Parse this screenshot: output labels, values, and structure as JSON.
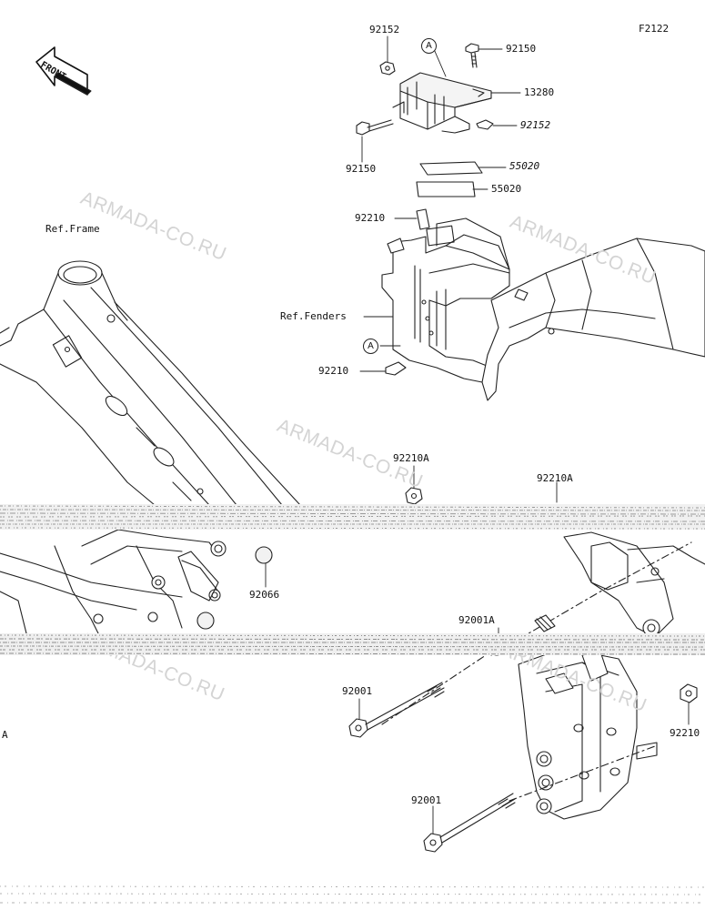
{
  "diagram": {
    "code": "F2122",
    "front_label": "FRONT",
    "watermark": "ARMADA-CO.RU",
    "refs": {
      "frame": "Ref.Frame",
      "fenders": "Ref.Fenders"
    },
    "callout_letter": "A",
    "parts": {
      "p92152_top": "92152",
      "p92150_top": "92150",
      "p13280": "13280",
      "p92152_mid": "92152",
      "p92150_left": "92150",
      "p55020_a": "55020",
      "p55020_b": "55020",
      "p92210_a": "92210",
      "p92210_b": "92210",
      "p92210A_a": "92210A",
      "p92210A_b": "92210A",
      "p92066": "92066",
      "p92001A": "92001A",
      "p92001_a": "92001",
      "p92001_b": "92001",
      "p92210_right": "92210",
      "edge_A": "A"
    }
  }
}
